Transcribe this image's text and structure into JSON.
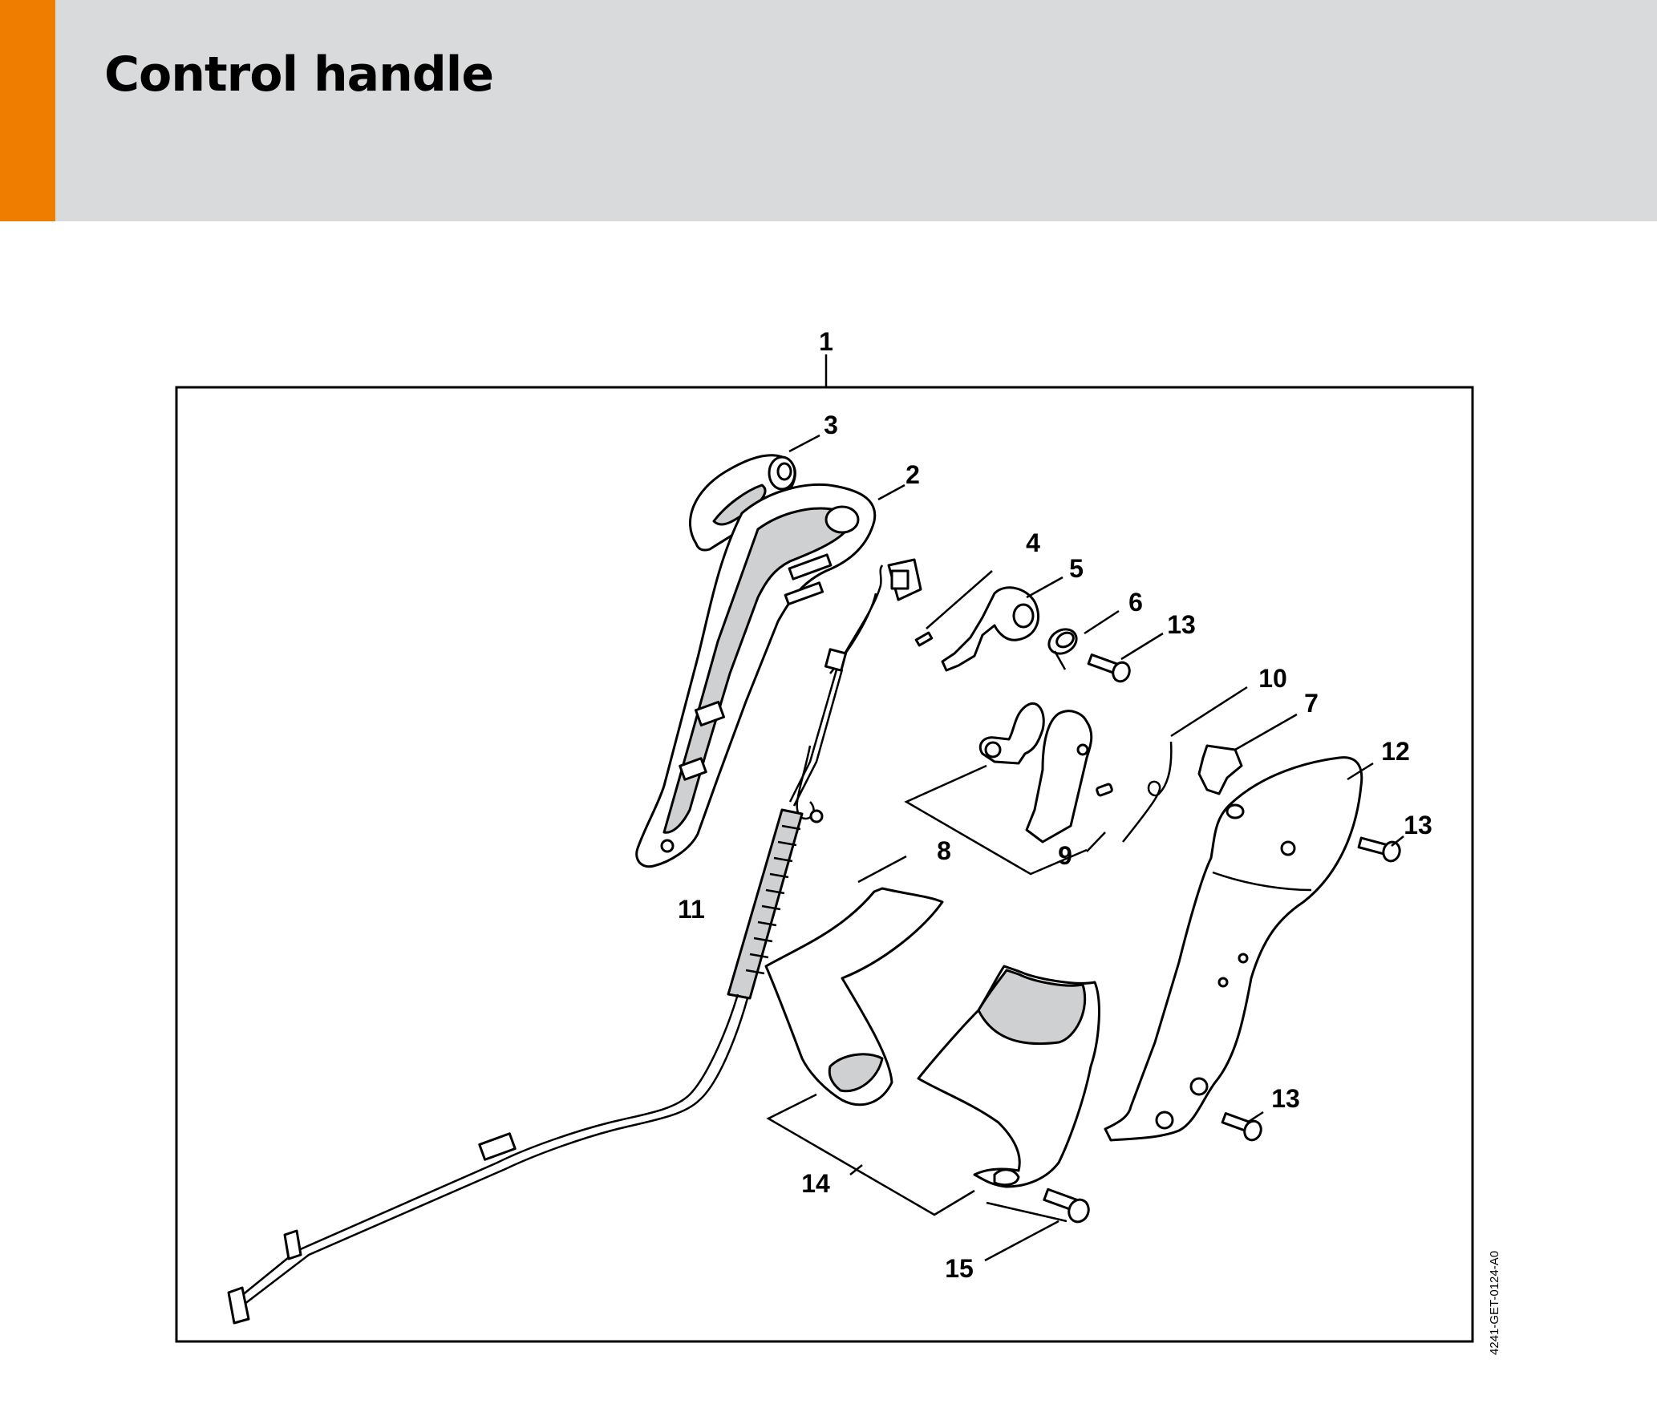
{
  "header": {
    "title": "Control handle",
    "accent_color": "#ef7d00",
    "background_color": "#d9dadb"
  },
  "diagram": {
    "assembly_label": "1",
    "document_id": "4241-GET-0124-A0",
    "callouts": {
      "c2": "2",
      "c3": "3",
      "c4": "4",
      "c5": "5",
      "c6": "6",
      "c7": "7",
      "c8": "8",
      "c9": "9",
      "c10": "10",
      "c11": "11",
      "c12": "12",
      "c13a": "13",
      "c13b": "13",
      "c13c": "13",
      "c14": "14",
      "c15": "15"
    }
  }
}
